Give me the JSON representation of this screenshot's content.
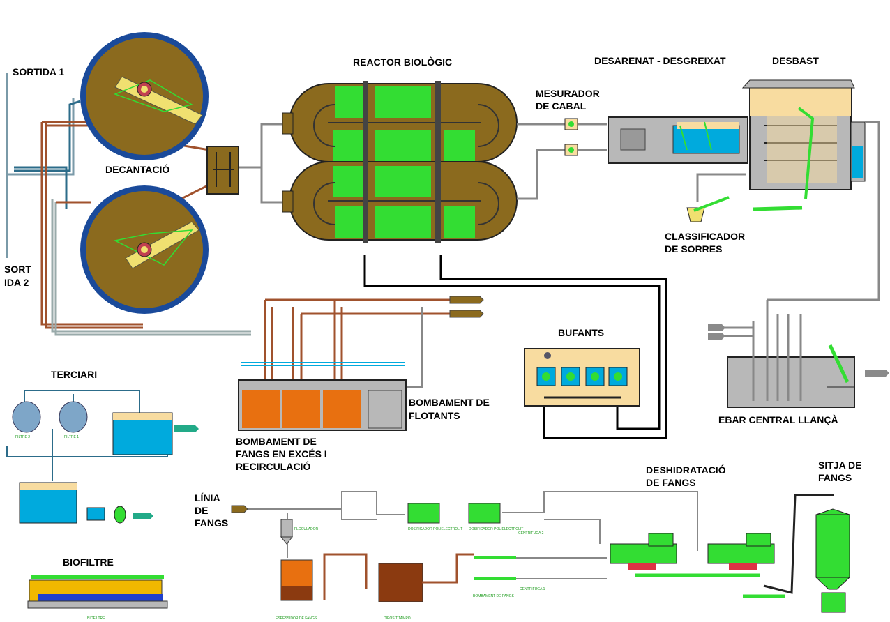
{
  "labels": {
    "reactor": "REACTOR BIOLÒGIC",
    "desarenat": "DESARENAT - DESGREIXAT",
    "desbast": "DESBAST",
    "mesurador_1": "MESURADOR",
    "mesurador_2": "DE CABAL",
    "sortida1": "SORTIDA 1",
    "sortida2_1": "SORT",
    "sortida2_2": "IDA 2",
    "decantacio": "DECANTACIÓ",
    "classificador_1": "CLASSIFICADOR",
    "classificador_2": "DE SORRES",
    "bufants": "BUFANTS",
    "ebar": "EBAR CENTRAL LLANÇÀ",
    "terciari": "TERCIARI",
    "bombament_flotants_1": "BOMBAMENT DE",
    "bombament_flotants_2": "FLOTANTS",
    "bombament_fangs_1": "BOMBAMENT DE",
    "bombament_fangs_2": "FANGS EN EXCÉS I",
    "bombament_fangs_3": "RECIRCULACIÓ",
    "deshidratacio_1": "DESHIDRATACIÓ",
    "deshidratacio_2": "DE FANGS",
    "sitja_1": "SITJA DE",
    "sitja_2": "FANGS",
    "linia_1": "LÍNIA",
    "linia_2": "DE",
    "linia_3": "FANGS",
    "biofiltre": "BIOFILTRE"
  },
  "small_labels": {
    "filtre2": "FILTRE 2",
    "filtre1": "FILTRE 1",
    "floculador": "FLOCULADOR",
    "dosif1": "DOSIFICADOR POLIELECTROLIT",
    "dosif2": "DOSIFICADOR POLIELECTROLIT",
    "centrifuga2": "CENTRIFUGA 2",
    "centrifuga1": "CENTRIFUGA 1",
    "bombament_fangs": "BOMBAMENT DE FANGS",
    "espessidor": "ESPESSIDOR DE FANGS",
    "dipositTampo": "DIPOSIT TAMPO",
    "biofiltre": "BIOFILTRE"
  },
  "colors": {
    "reactor_fill": "#8b6a1e",
    "decanter_fill": "#8b6a1e",
    "decanter_ring": "#1a4a9a",
    "pipe_brown": "#a0522d",
    "pipe_grey": "#8a8a8a",
    "equipment_green": "#33dd33",
    "tank_water": "#00aadd",
    "tank_grey": "#b8b8b8",
    "sludge_orange": "#e87010",
    "sludge_brown": "#8b3a10",
    "control_yellow": "#f8dca0",
    "building_cream": "#f8dca0"
  }
}
